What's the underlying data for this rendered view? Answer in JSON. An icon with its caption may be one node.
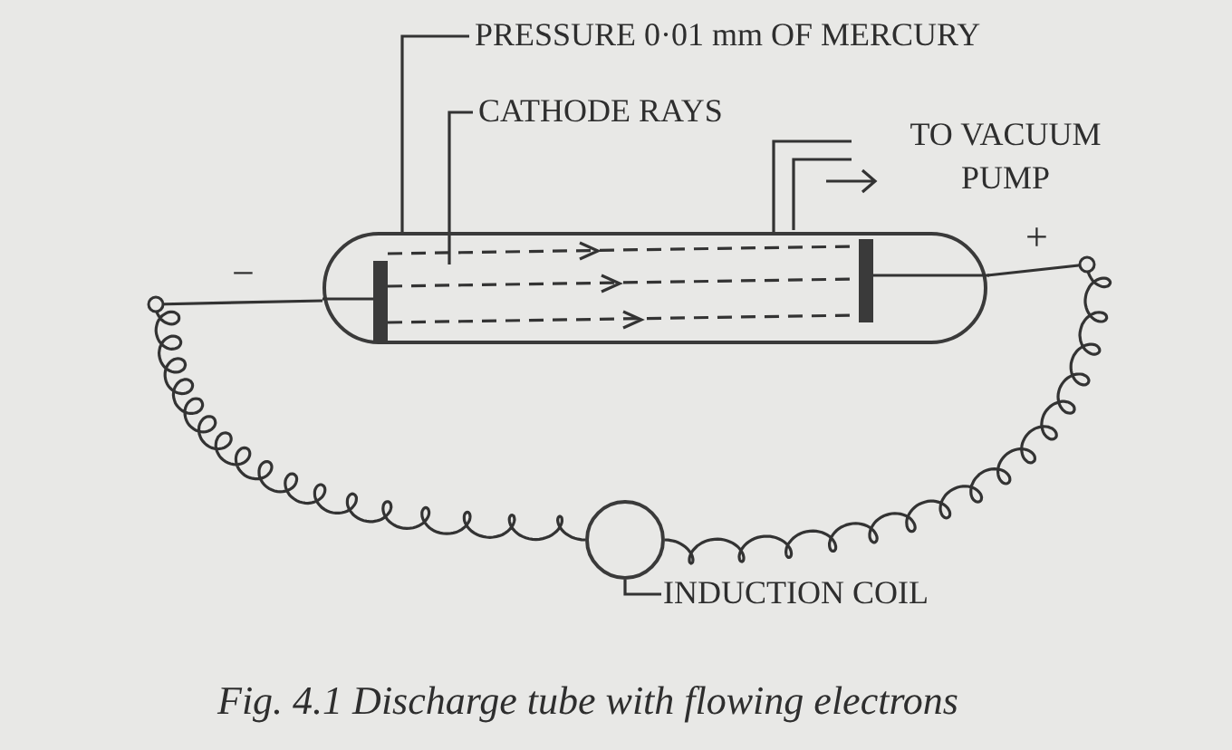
{
  "diagram": {
    "caption": "Fig. 4.1 Discharge tube with flowing electrons",
    "nodes": [
      {
        "text": [
          "PRESSURE  0·01 mm OF MERCURY"
        ]
      },
      {
        "text": [
          "CATHODE RAYS"
        ]
      },
      {
        "text": [
          "INDUCTION COIL"
        ]
      },
      {
        "text": [],
        "shape": "tube"
      },
      {
        "text": [],
        "shape": "circle"
      }
    ],
    "edges": [
      {
        "from": 0,
        "to": 3,
        "arrow": "none"
      },
      {
        "from": 1,
        "to": 3,
        "arrow": "none"
      },
      {
        "from": 3,
        "to": 4,
        "arrow": "none"
      },
      {
        "from": 3,
        "to": 4,
        "arrow": "none"
      },
      {
        "from": 2,
        "to": 4,
        "arrow": "none"
      }
    ],
    "labels": [
      "TO VACUUM PUMP",
      "−",
      "+"
    ]
  }
}
